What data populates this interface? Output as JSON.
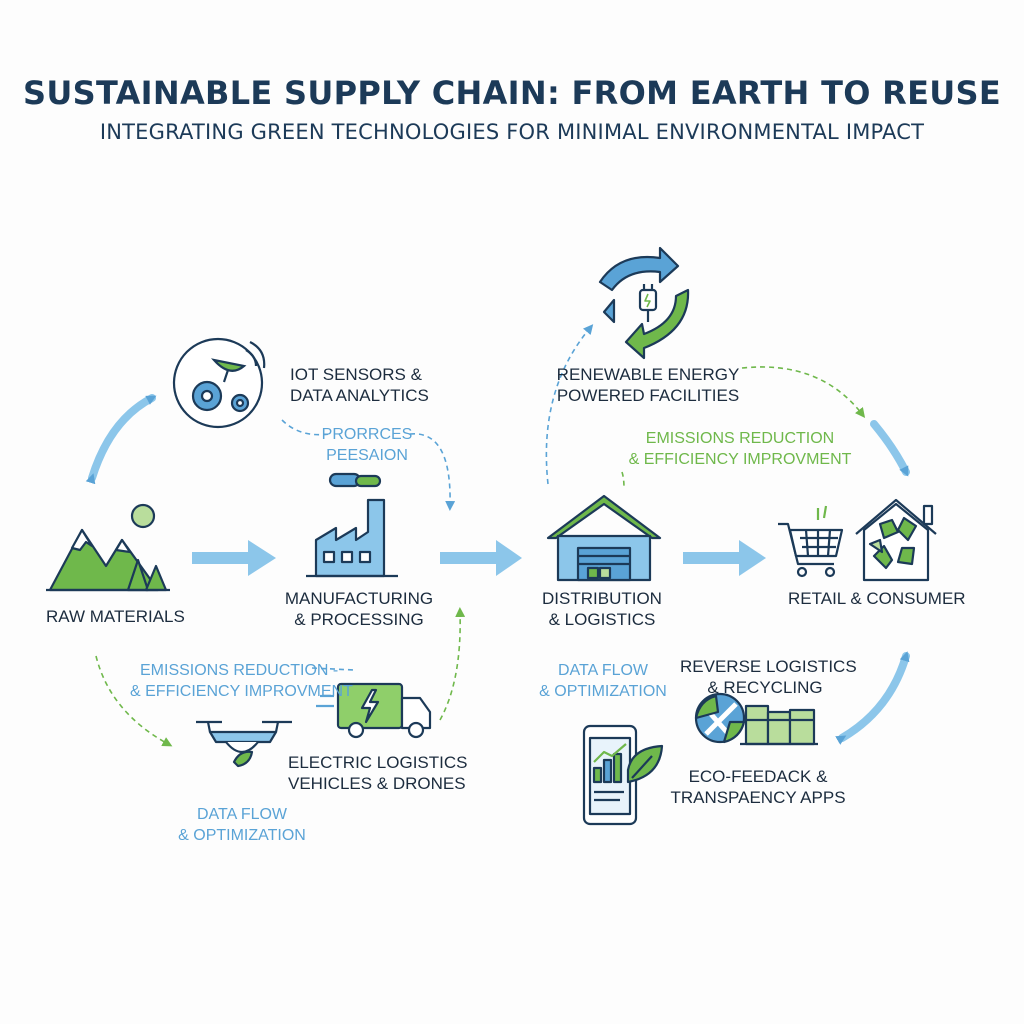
{
  "header": {
    "title": "SUSTAINABLE SUPPLY CHAIN: FROM EARTH TO REUSE",
    "subtitle": "INTEGRATING GREEN TECHNOLOGIES FOR MINIMAL ENVIRONMENTAL IMPACT"
  },
  "stages": {
    "raw_materials": "RAW MATERIALS",
    "manufacturing": [
      "MANUFACTURING",
      "& PROCESSING"
    ],
    "distribution": [
      "DISTRIBUTION",
      "& LOGISTICS"
    ],
    "retail": "RETAIL & CONSUMER"
  },
  "technologies": {
    "iot": [
      "IOT SENSORS &",
      "DATA ANALYTICS"
    ],
    "renewable": [
      "RENEWABLE ENERGY",
      "POWERED FACILITIES"
    ],
    "electric": [
      "ELECTRIC LOGISTICS",
      "VEHICLES & DRONES"
    ],
    "reverse": [
      "REVERSE LOGISTICS",
      "& RECYCLING"
    ],
    "eco_feedback": [
      "ECO-FEEDACK &",
      "TRANSPAENCY APPS"
    ]
  },
  "annotations": {
    "process_precision": [
      "PRORRCES",
      "PEESAION"
    ],
    "emissions_right": [
      "EMISSIONS REDUCTION",
      "& EFFICIENCY IMPROVMENT"
    ],
    "emissions_left": [
      "EMISSIONS REDUCTION -",
      "& EFFICIENCY IMPROVMENT"
    ],
    "data_flow_right": [
      "DATA FLOW",
      "& OPTIMIZATION"
    ],
    "data_flow_bottom": [
      "DATA FLOW",
      "& OPTIMIZATION"
    ]
  },
  "colors": {
    "navy": "#1c3a58",
    "blue": "#5aa3d6",
    "light_blue": "#a9d3ef",
    "green": "#6fb84b",
    "light_green": "#b9dd9c"
  }
}
